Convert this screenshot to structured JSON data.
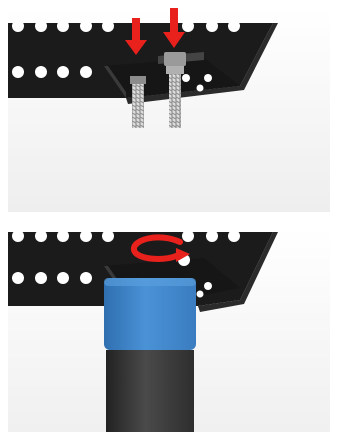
{
  "figure": {
    "panels": [
      {
        "id": "step-1",
        "parts": [
          "perforated-rail",
          "mounting-bracket",
          "threaded-bolt",
          "threaded-bolt"
        ],
        "arrows": [
          {
            "kind": "insert-arrow",
            "direction": "down",
            "color": "#e8211c"
          },
          {
            "kind": "insert-arrow",
            "direction": "down",
            "color": "#e8211c"
          }
        ]
      },
      {
        "id": "step-2",
        "parts": [
          "perforated-rail",
          "mounting-bracket",
          "leg-cap",
          "square-leg"
        ],
        "arrows": [
          {
            "kind": "rotate-arrow",
            "direction": "clockwise",
            "color": "#e8211c"
          }
        ]
      }
    ],
    "colors": {
      "rail": "#1e1e1e",
      "hole": "#ffffff",
      "bolt": "#cfcfcf",
      "cap": "#3f84c9",
      "leg": "#333333",
      "arrow": "#e8211c"
    }
  }
}
